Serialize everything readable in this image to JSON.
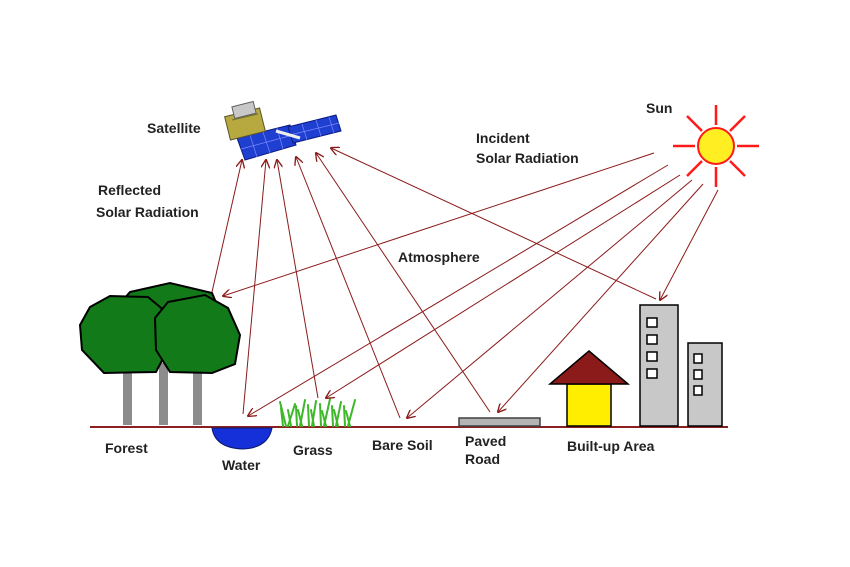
{
  "labels": {
    "sun": "Sun",
    "satellite": "Satellite",
    "incident_line1": "Incident",
    "incident_line2": "Solar Radiation",
    "reflected_line1": "Reflected",
    "reflected_line2": "Solar Radiation",
    "atmosphere": "Atmosphere",
    "forest": "Forest",
    "water": "Water",
    "grass": "Grass",
    "bare_soil": "Bare Soil",
    "paved_line1": "Paved",
    "paved_line2": "Road",
    "built_up": "Built-up Area"
  },
  "colors": {
    "arrow": "#8b1a1a",
    "ground": "#8b2020",
    "sun_fill": "#ffee22",
    "sun_ray": "#ff1a1a",
    "tree_foliage": "#127a18",
    "tree_trunk": "#8c8c8c",
    "water": "#1530d8",
    "grass": "#3cb828",
    "road": "#b4b4b4",
    "house_roof": "#8b1a1a",
    "house_wall": "#ffee00",
    "building": "#c8c8c8",
    "panel": "#1f3fd0"
  }
}
